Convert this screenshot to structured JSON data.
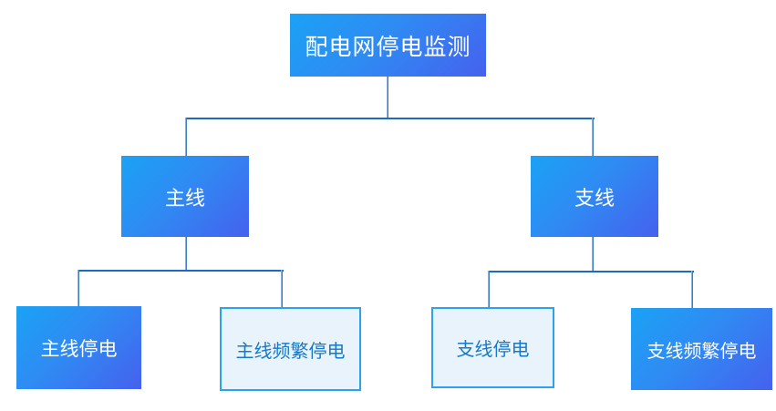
{
  "diagram": {
    "type": "tree",
    "title": "配电网停电监测",
    "nodes": {
      "root": {
        "label": "配电网停电监测",
        "style": "solid"
      },
      "main": {
        "label": "主线",
        "style": "solid"
      },
      "branch": {
        "label": "支线",
        "style": "solid"
      },
      "main_outage": {
        "label": "主线停电",
        "style": "solid"
      },
      "main_frequent_outage": {
        "label": "主线频繁停电",
        "style": "outline"
      },
      "branch_outage": {
        "label": "支线停电",
        "style": "outline"
      },
      "branch_frequent_outage": {
        "label": "支线频繁停电",
        "style": "solid"
      }
    },
    "edges": [
      {
        "from": "配电网停电监测",
        "to": "主线"
      },
      {
        "from": "配电网停电监测",
        "to": "支线"
      },
      {
        "from": "主线",
        "to": "主线停电"
      },
      {
        "from": "主线",
        "to": "主线频繁停电"
      },
      {
        "from": "支线",
        "to": "支线停电"
      },
      {
        "from": "支线",
        "to": "支线频繁停电"
      }
    ],
    "colors": {
      "solid_gradient_start": "#1aa2f5",
      "solid_gradient_end": "#4561ee",
      "solid_text": "#ffffff",
      "outline_fill": "#e8f3fc",
      "outline_border": "#2aa1f1",
      "outline_text": "#1678c9",
      "connector": "#1b6cc0",
      "background": "#ffffff"
    }
  }
}
